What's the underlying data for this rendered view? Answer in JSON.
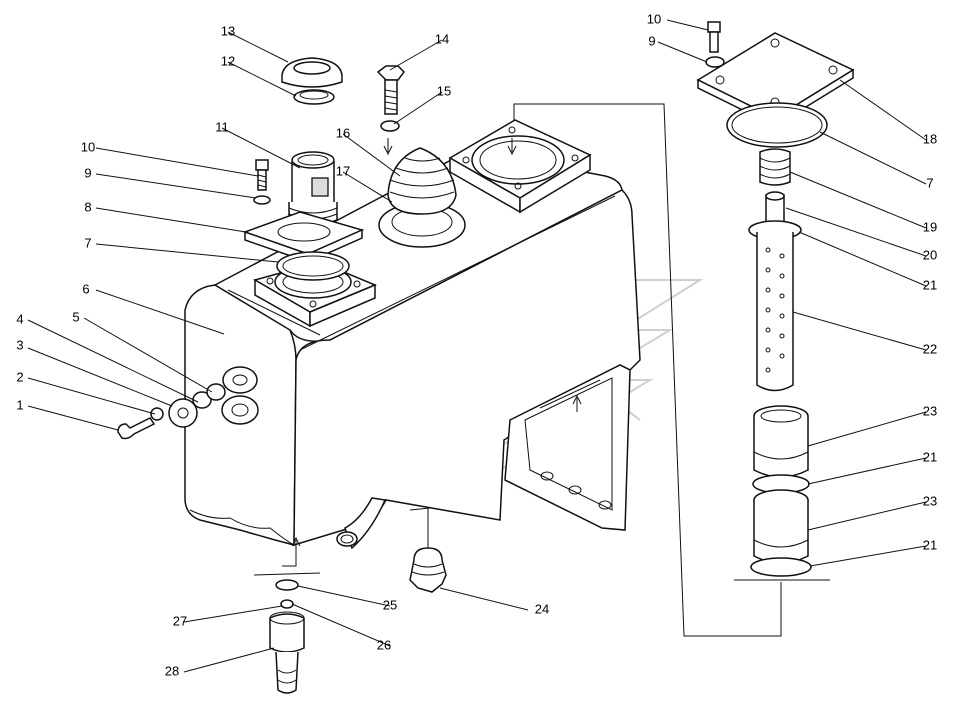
{
  "labels": [
    {
      "text": "1"
    },
    {
      "text": "2"
    },
    {
      "text": "3"
    },
    {
      "text": "4"
    },
    {
      "text": "5"
    },
    {
      "text": "6"
    },
    {
      "text": "7"
    },
    {
      "text": "8"
    },
    {
      "text": "9"
    },
    {
      "text": "10"
    },
    {
      "text": "11"
    },
    {
      "text": "12"
    },
    {
      "text": "13"
    },
    {
      "text": "14"
    },
    {
      "text": "15"
    },
    {
      "text": "16"
    },
    {
      "text": "17"
    },
    {
      "text": "10"
    },
    {
      "text": "9"
    },
    {
      "text": "18"
    },
    {
      "text": "7"
    },
    {
      "text": "19"
    },
    {
      "text": "20"
    },
    {
      "text": "21"
    },
    {
      "text": "22"
    },
    {
      "text": "23"
    },
    {
      "text": "21"
    },
    {
      "text": "23"
    },
    {
      "text": "21"
    },
    {
      "text": "24"
    },
    {
      "text": "25"
    },
    {
      "text": "26"
    },
    {
      "text": "27"
    },
    {
      "text": "28"
    }
  ]
}
